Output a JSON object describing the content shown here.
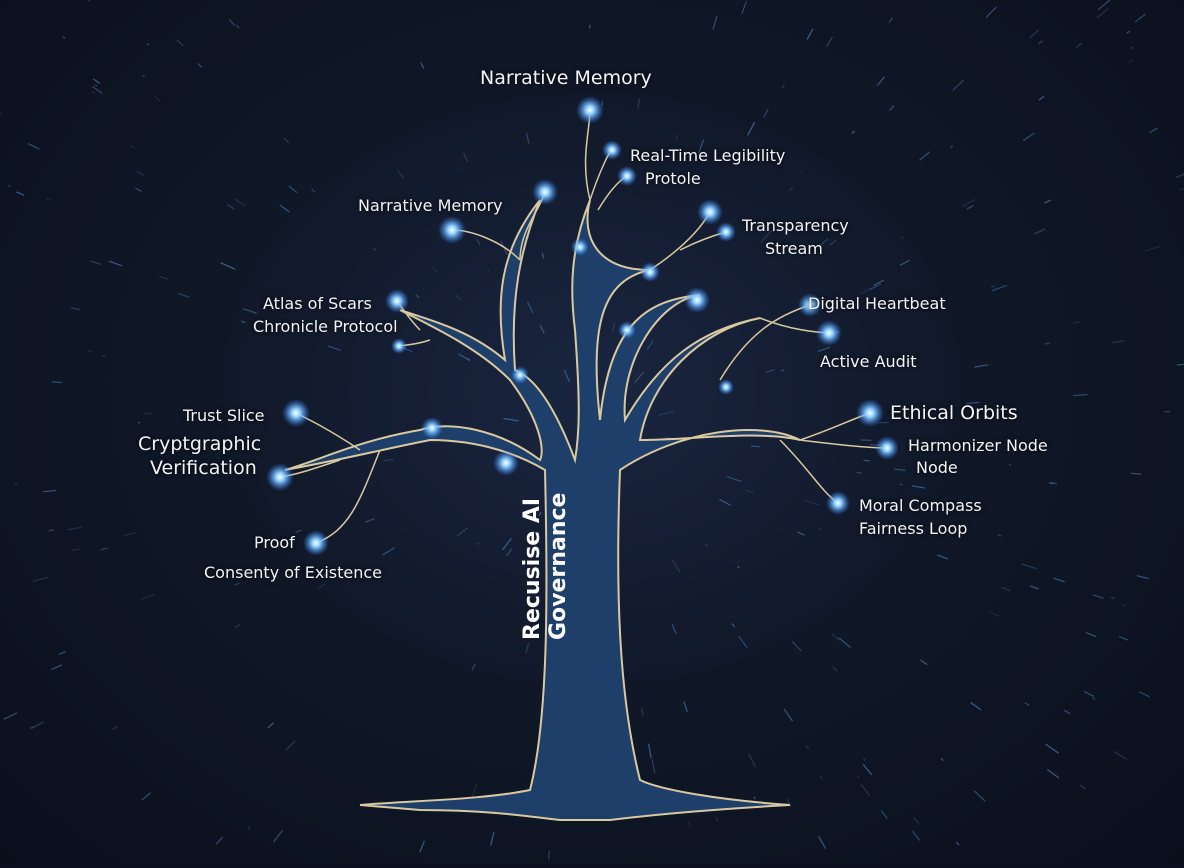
{
  "title": "Recusise AI Governance",
  "trunk_lines": [
    "Recusise AI",
    "Governance"
  ],
  "labels": {
    "narrative_memory_top": "Narrative Memory",
    "real_time_legibility": "Real-Time Legibility",
    "protole": "Protole",
    "narrative_memory_left": "Narrative Memory",
    "transparency": "Transparency",
    "stream": "Stream",
    "atlas_of_scars": "Atlas of Scars",
    "chronicle_protocol": "Chronicle Protocol",
    "digital_heartbeat": "Digital Heartbeat",
    "active_audit": "Active Audit",
    "trust_slice": "Trust Slice",
    "cryptographic": "Cryptgraphic",
    "verification": "Verification",
    "ethical_orbits": "Ethical Orbits",
    "harmonizer_node": "Harmonizer Node",
    "node": "Node",
    "moral_compass": "Moral Compass",
    "fairness_loop": "Fairness Loop",
    "proof": "Proof",
    "consenty_of_existence": "Consenty of Existence"
  },
  "colors": {
    "background": "#0b1020",
    "branch": "#1e3f6a",
    "outline": "#d9c9a0",
    "node_glow": "#4aa8ff"
  }
}
